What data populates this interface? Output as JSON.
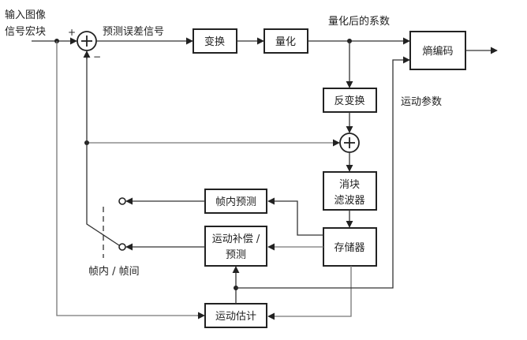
{
  "diagram": {
    "title": "视频编码器框图",
    "labels": {
      "input_line1": "输入图像",
      "input_line2": "信号宏块",
      "plus_sign": "+",
      "minus_sign": "−",
      "prediction_error": "预测误差信号",
      "quantized_coeffs": "量化后的系数",
      "motion_params": "运动参数",
      "switch_label": "帧内 / 帧间"
    },
    "blocks": {
      "transform": "变换",
      "quantize": "量化",
      "entropy_coding": "熵编码",
      "inverse_transform": "反变换",
      "deblocking_line1": "消块",
      "deblocking_line2": "滤波器",
      "memory": "存储器",
      "intra_prediction": "帧内预测",
      "motion_comp_line1": "运动补偿 /",
      "motion_comp_line2": "预测",
      "motion_estimation": "运动估计"
    },
    "connections": [
      {
        "from": "input",
        "to": "sum-main",
        "sign": "+"
      },
      {
        "from": "switch",
        "to": "sum-main",
        "sign": "-"
      },
      {
        "from": "sum-main",
        "to": "transform",
        "label": "预测误差信号"
      },
      {
        "from": "transform",
        "to": "quantize"
      },
      {
        "from": "quantize",
        "to": "entropy_coding",
        "label": "量化后的系数"
      },
      {
        "from": "quantize",
        "to": "inverse_transform"
      },
      {
        "from": "inverse_transform",
        "to": "sum-recon"
      },
      {
        "from": "switch",
        "to": "sum-recon"
      },
      {
        "from": "sum-recon",
        "to": "deblocking"
      },
      {
        "from": "deblocking",
        "to": "memory"
      },
      {
        "from": "memory",
        "to": "intra_prediction"
      },
      {
        "from": "memory",
        "to": "motion_compensation"
      },
      {
        "from": "memory",
        "to": "motion_estimation"
      },
      {
        "from": "input",
        "to": "motion_estimation"
      },
      {
        "from": "motion_estimation",
        "to": "motion_compensation"
      },
      {
        "from": "motion_estimation",
        "to": "entropy_coding",
        "label": "运动参数"
      },
      {
        "from": "intra_prediction",
        "to": "switch"
      },
      {
        "from": "motion_compensation",
        "to": "switch"
      },
      {
        "from": "entropy_coding",
        "to": "output"
      }
    ]
  }
}
